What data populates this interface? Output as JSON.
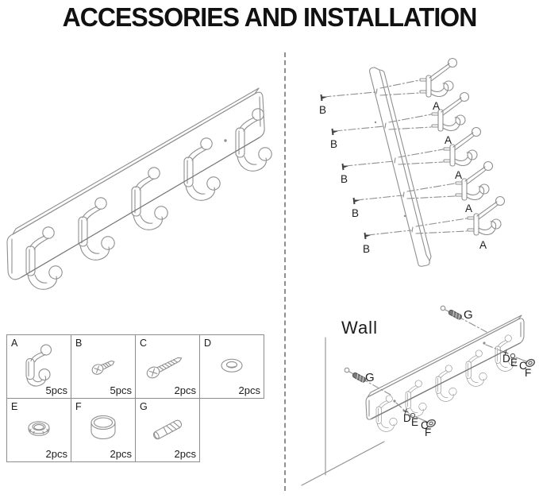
{
  "title": "ACCESSORIES AND INSTALLATION",
  "colors": {
    "line_art": "#8f8f8f",
    "text": "#1c1c1c",
    "table_border": "#8d8d8d",
    "dark_accent": "#555555"
  },
  "exploded_view": {
    "label_a": "A",
    "label_b": "B"
  },
  "wall_view": {
    "wall_label": "Wall",
    "label_g": "G",
    "label_d": "D",
    "label_e": "E",
    "label_c": "C",
    "label_f": "F"
  },
  "parts_table": {
    "cells": [
      {
        "id": "A",
        "qty": "5pcs",
        "icon": "double-hook-icon"
      },
      {
        "id": "B",
        "qty": "5pcs",
        "icon": "short-screw-icon"
      },
      {
        "id": "C",
        "qty": "2pcs",
        "icon": "long-screw-icon"
      },
      {
        "id": "D",
        "qty": "2pcs",
        "icon": "washer-icon"
      },
      {
        "id": "E",
        "qty": "2pcs",
        "icon": "flat-ring-icon"
      },
      {
        "id": "F",
        "qty": "2pcs",
        "icon": "cover-ring-icon"
      },
      {
        "id": "G",
        "qty": "2pcs",
        "icon": "wall-anchor-icon"
      }
    ]
  }
}
